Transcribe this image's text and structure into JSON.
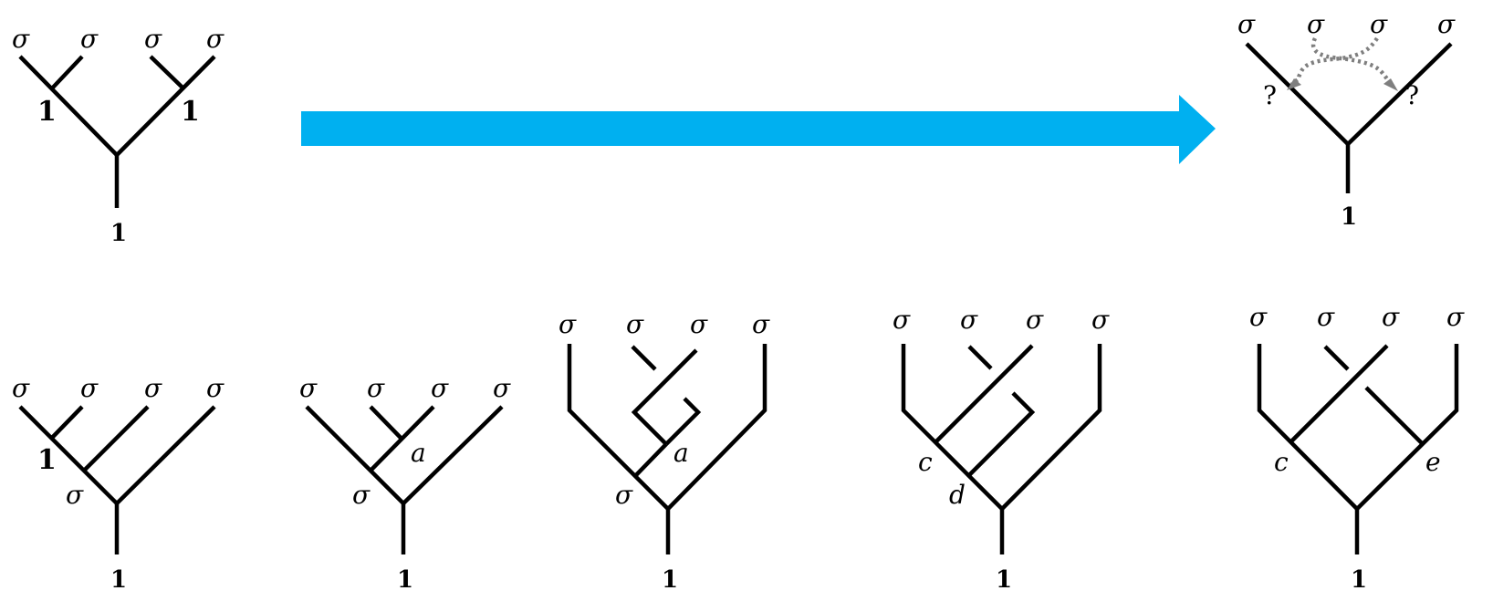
{
  "labels": {
    "sigma": "σ",
    "one": "1",
    "question": "?",
    "a": "a",
    "c": "c",
    "d": "d",
    "e": "e"
  },
  "colors": {
    "arrow": "#00b0f0",
    "dotted": "#7f7f7f",
    "lines": "#000000"
  }
}
